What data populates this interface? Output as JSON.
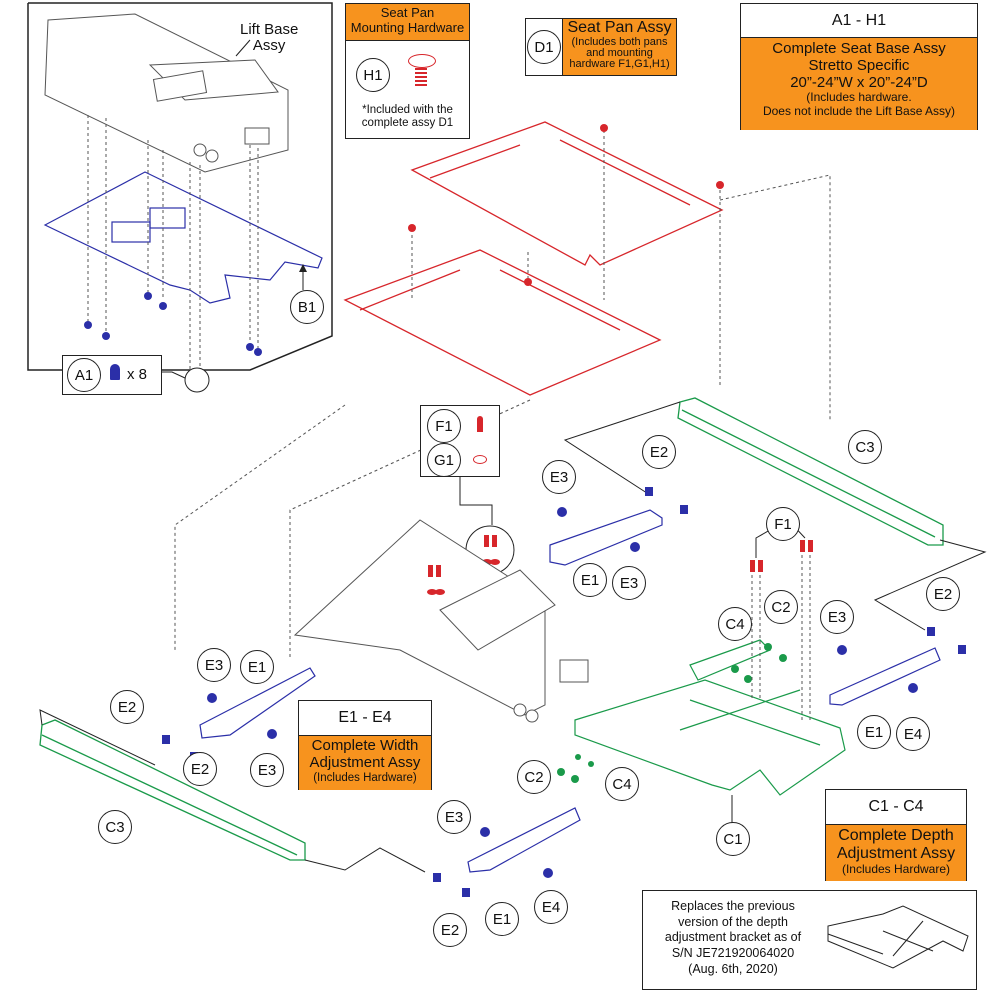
{
  "lift_base": {
    "label_line1": "Lift Base",
    "label_line2": "Assy",
    "a1_callout": "A1",
    "a1_quantity": "x 8",
    "b1_callout": "B1"
  },
  "seat_pan_hardware": {
    "title_line1": "Seat Pan",
    "title_line2": "Mounting Hardware",
    "callout": "H1",
    "note_line1": "*Included with the",
    "note_line2": "complete assy D1"
  },
  "seat_pan_assy": {
    "callout": "D1",
    "title": "Seat Pan Assy",
    "sub_line1": "(Includes both pans",
    "sub_line2": "and mounting",
    "sub_line3": "hardware F1,G1,H1)"
  },
  "complete_seat_base": {
    "range": "A1 - H1",
    "line1": "Complete Seat Base Assy",
    "line2": "Stretto Specific",
    "line3": "20”-24”W x 20”-24”D",
    "line4": "(Includes hardware.",
    "line5": "Does not include the Lift Base Assy)"
  },
  "fastener_box": {
    "f1": "F1",
    "g1": "G1"
  },
  "width_adjust": {
    "range": "E1 - E4",
    "line1": "Complete Width",
    "line2": "Adjustment Assy",
    "line3": "(Includes Hardware)"
  },
  "depth_adjust": {
    "range": "C1 - C4",
    "line1": "Complete Depth",
    "line2": "Adjustment Assy",
    "line3": "(Includes Hardware)"
  },
  "replacement_note": {
    "line1": "Replaces the previous",
    "line2": "version of the depth",
    "line3": "adjustment bracket as of",
    "line4": "S/N JE721920064020",
    "line5": "(Aug. 6th, 2020)"
  },
  "callouts": {
    "c3_top": "C3",
    "c3_bottom": "C3",
    "e2_a": "E2",
    "e3_a": "E3",
    "e1_a": "E1",
    "e3_b": "E3",
    "f1_right": "F1",
    "c2_a": "C2",
    "c4_a": "C4",
    "e3_c": "E3",
    "e2_b": "E2",
    "e1_b": "E1",
    "e4_a": "E4",
    "e2_c": "E2",
    "e3_d": "E3",
    "e1_c": "E1",
    "e2_d": "E2",
    "e3_e": "E3",
    "c2_b": "C2",
    "c4_b": "C4",
    "c1": "C1",
    "e3_f": "E3",
    "e2_e": "E2",
    "e1_d": "E1",
    "e4_b": "E4"
  },
  "colors": {
    "seat_pan": "#d7262b",
    "width_parts": "#2b2fa8",
    "depth_parts": "#1a9a4a",
    "highlight": "#f7931e"
  }
}
